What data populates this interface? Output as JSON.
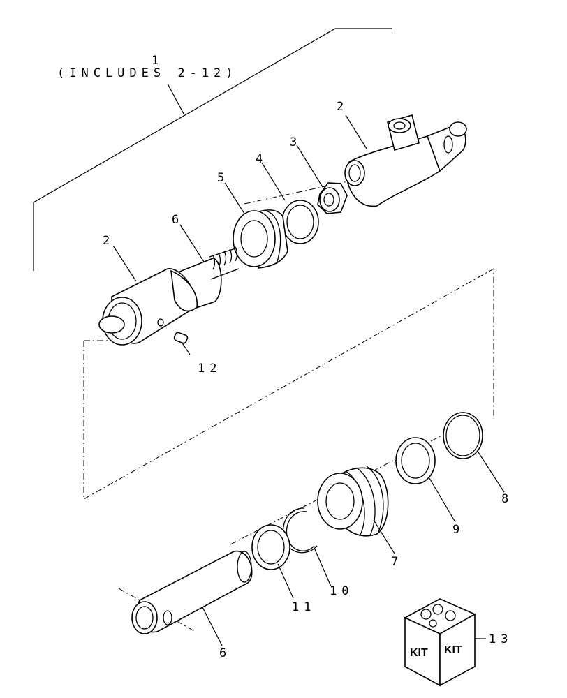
{
  "diagram": {
    "assembly_label": "1",
    "assembly_note": "(INCLUDES 2-12)",
    "kit_text": "KIT",
    "callouts": {
      "c2_top": "2",
      "c3": "3",
      "c4": "4",
      "c5": "5",
      "c6_top": "6",
      "c2_left": "2",
      "c12": "12",
      "c8": "8",
      "c9": "9",
      "c7": "7",
      "c10": "10",
      "c11": "11",
      "c6_bottom": "6",
      "c13": "13"
    }
  }
}
